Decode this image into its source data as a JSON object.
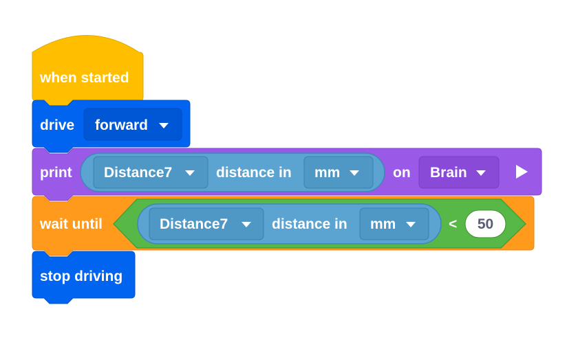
{
  "colors": {
    "events": "#ffbf00",
    "drivetrain": "#0064f0",
    "looks": "#9a59e6",
    "control": "#ff9a1c",
    "sensing": "#5ba4d2",
    "operators": "#58b847"
  },
  "blocks": {
    "when_started": {
      "label": "when started"
    },
    "drive": {
      "label": "drive",
      "direction": "forward"
    },
    "print": {
      "label": "print",
      "reporter": {
        "sensor": "Distance7",
        "text": "distance in",
        "unit": "mm"
      },
      "on_label": "on",
      "target": "Brain"
    },
    "wait_until": {
      "label": "wait until",
      "condition": {
        "reporter": {
          "sensor": "Distance7",
          "text": "distance in",
          "unit": "mm"
        },
        "operator": "<",
        "value": "50"
      }
    },
    "stop_driving": {
      "label": "stop driving"
    }
  }
}
